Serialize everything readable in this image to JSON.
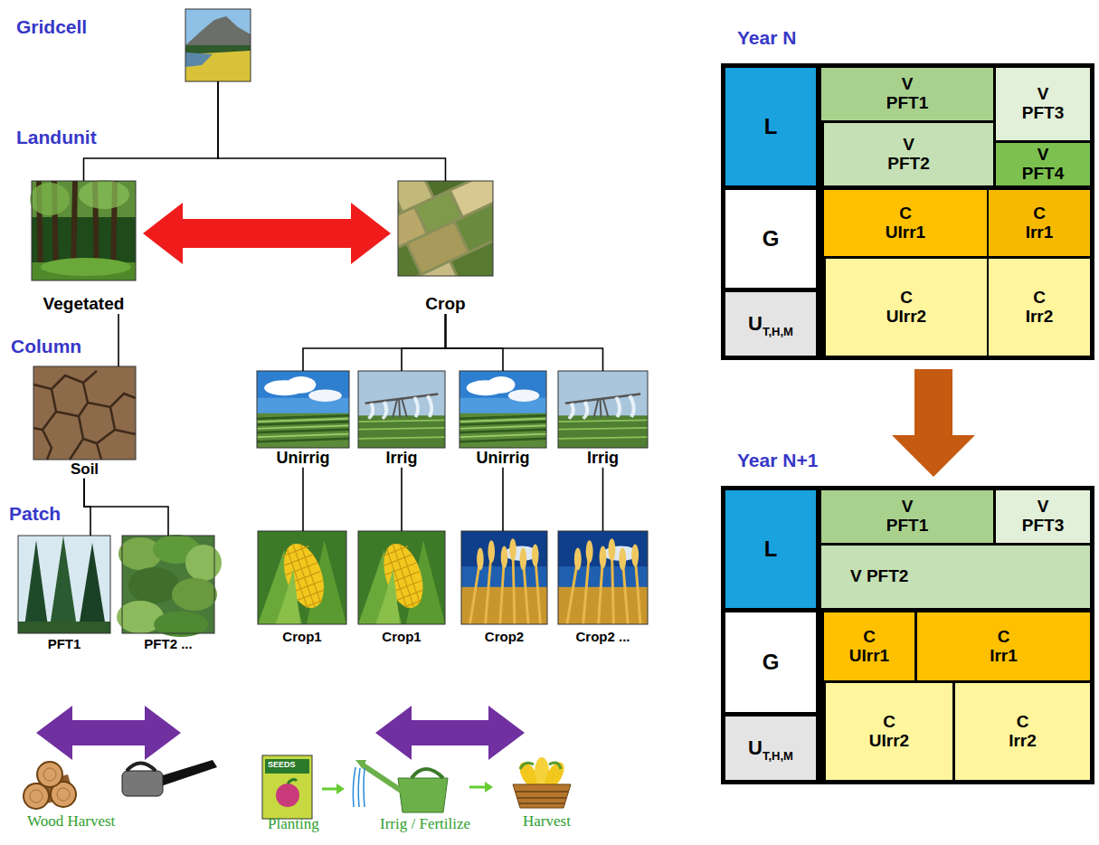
{
  "diagram": {
    "nodes": [
      {
        "text": []
      },
      {
        "text": [
          "Vegetated"
        ]
      },
      {
        "text": [
          "Crop"
        ]
      },
      {
        "text": [
          "Soil"
        ]
      },
      {
        "text": [
          "PFT1"
        ]
      },
      {
        "text": [
          "PFT2 ..."
        ]
      },
      {
        "text": [
          "Unirrig"
        ]
      },
      {
        "text": [
          "Irrig"
        ]
      },
      {
        "text": [
          "Unirrig"
        ]
      },
      {
        "text": [
          "Irrig"
        ]
      },
      {
        "text": [
          "Crop1"
        ]
      },
      {
        "text": [
          "Crop1"
        ]
      },
      {
        "text": [
          "Crop2"
        ]
      },
      {
        "text": [
          "Crop2 ..."
        ]
      },
      {
        "text": [
          "Year N"
        ]
      },
      {
        "text": [
          "L"
        ],
        "in": 14
      },
      {
        "text": [
          "G"
        ],
        "in": 14
      },
      {
        "text": [
          "U",
          "T,H,M"
        ],
        "in": 14
      },
      {
        "text": [
          "V",
          "PFT1"
        ],
        "in": 14
      },
      {
        "text": [
          "V",
          "PFT3"
        ],
        "in": 14
      },
      {
        "text": [
          "V",
          "PFT2"
        ],
        "in": 14
      },
      {
        "text": [
          "V",
          "PFT4"
        ],
        "in": 14
      },
      {
        "text": [
          "C",
          "UIrr1"
        ],
        "in": 14
      },
      {
        "text": [
          "C",
          "Irr1"
        ],
        "in": 14
      },
      {
        "text": [
          "C",
          "UIrr2"
        ],
        "in": 14
      },
      {
        "text": [
          "C",
          "Irr2"
        ],
        "in": 14
      },
      {
        "text": [
          "Year N+1"
        ]
      },
      {
        "text": [
          "L"
        ],
        "in": 26
      },
      {
        "text": [
          "G"
        ],
        "in": 26
      },
      {
        "text": [
          "U",
          "T,H,M"
        ],
        "in": 26
      },
      {
        "text": [
          "V",
          "PFT1"
        ],
        "in": 26
      },
      {
        "text": [
          "V",
          "PFT3"
        ],
        "in": 26
      },
      {
        "text": [
          "V PFT2"
        ],
        "in": 26
      },
      {
        "text": [
          "C",
          "UIrr1"
        ],
        "in": 26
      },
      {
        "text": [
          "C",
          "Irr1"
        ],
        "in": 26
      },
      {
        "text": [
          "C",
          "UIrr2"
        ],
        "in": 26
      },
      {
        "text": [
          "C",
          "Irr2"
        ],
        "in": 26
      }
    ],
    "edges": [
      {
        "from": 0,
        "to": 1,
        "arrow": "none"
      },
      {
        "from": 0,
        "to": 2,
        "arrow": "none"
      },
      {
        "from": 1,
        "to": 3,
        "arrow": "none"
      },
      {
        "from": 3,
        "to": 4,
        "arrow": "none"
      },
      {
        "from": 3,
        "to": 5,
        "arrow": "none"
      },
      {
        "from": 2,
        "to": 6,
        "arrow": "none"
      },
      {
        "from": 2,
        "to": 7,
        "arrow": "none"
      },
      {
        "from": 2,
        "to": 8,
        "arrow": "none"
      },
      {
        "from": 2,
        "to": 9,
        "arrow": "none"
      },
      {
        "from": 6,
        "to": 10,
        "arrow": "none"
      },
      {
        "from": 7,
        "to": 11,
        "arrow": "none"
      },
      {
        "from": 8,
        "to": 12,
        "arrow": "none"
      },
      {
        "from": 9,
        "to": 13,
        "arrow": "none"
      },
      {
        "from": 1,
        "to": 2,
        "arrow": "both"
      },
      {
        "from": 14,
        "to": 26,
        "arrow": "to"
      }
    ],
    "labels": [
      "Gridcell",
      "Landunit",
      "Column",
      "Patch",
      "Wood Harvest",
      "SEEDS",
      "Planting",
      "Irrig / Fertilize",
      "Harvest"
    ]
  }
}
